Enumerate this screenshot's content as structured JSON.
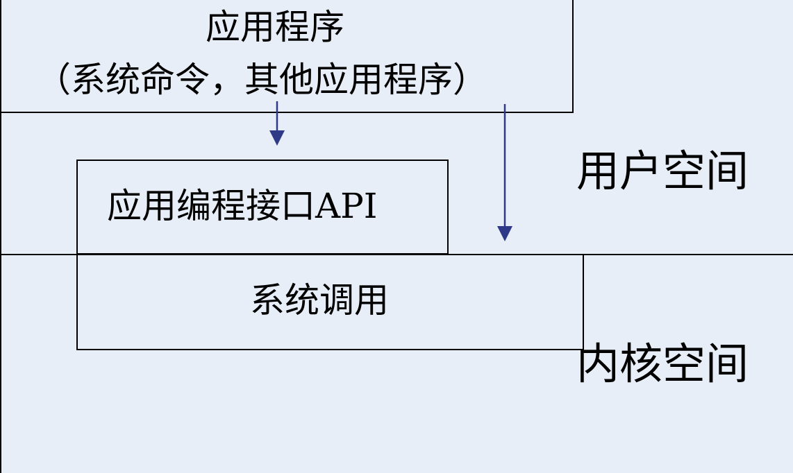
{
  "diagram": {
    "user_space": {
      "label": "用户空间"
    },
    "kernel_space": {
      "label": "内核空间"
    },
    "application": {
      "title": "应用程序",
      "subtitle": "（系统命令，其他应用程序）"
    },
    "api": {
      "label": "应用编程接口API"
    },
    "syscall": {
      "label": "系统调用"
    }
  },
  "colors": {
    "background": "#e8eef8",
    "arrow": "#2e3a87",
    "border": "#000000"
  }
}
